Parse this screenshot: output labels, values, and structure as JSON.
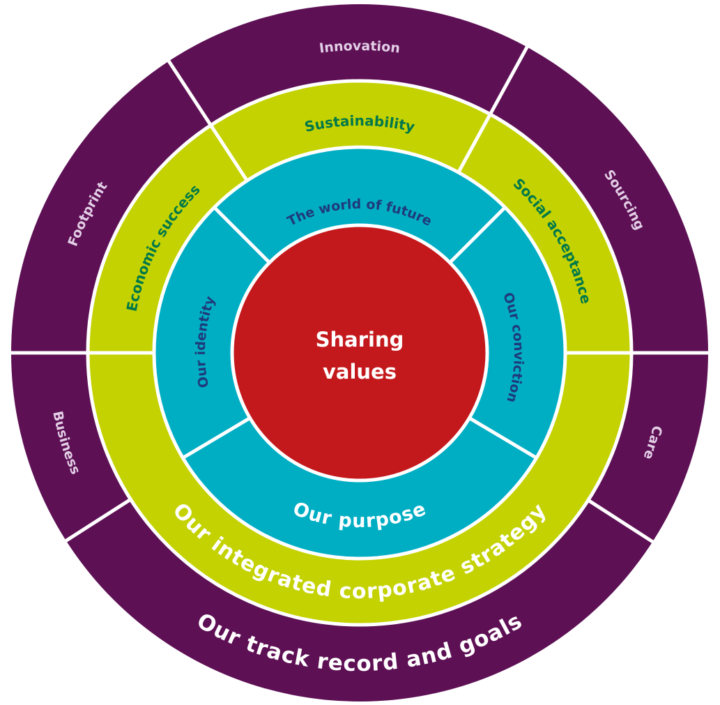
{
  "colors": {
    "outer_ring": "#5E1055",
    "strategy_ring": "#C3D200",
    "purpose_ring": "#00AEC4",
    "core": "#C4191C",
    "divider": "#FFFFFF",
    "outer_text_light": "#E3CFE6",
    "outer_text_main": "#FFFFFF",
    "strategy_text_green": "#00784A",
    "strategy_text_main": "#FFFFFF",
    "purpose_text_navy": "#1F3A7A",
    "purpose_text_main": "#FFFFFF",
    "core_text": "#FFFFFF"
  },
  "core": {
    "line1": "Sharing",
    "line2": "values"
  },
  "purpose_ring": {
    "title": "Our purpose",
    "segments": {
      "top": "The world of future",
      "left": "Our identity",
      "right": "Our conviction"
    }
  },
  "strategy_ring": {
    "title": "Our integrated corporate strategy",
    "segments": {
      "top": "Sustainability",
      "left": "Economic success",
      "right": "Social acceptance"
    }
  },
  "outer_ring": {
    "title": "Our track record and goals",
    "segments": {
      "top": "Innovation",
      "upper_left": "Footprint",
      "upper_right": "Sourcing",
      "lower_left": "Business",
      "lower_right": "Care"
    }
  }
}
